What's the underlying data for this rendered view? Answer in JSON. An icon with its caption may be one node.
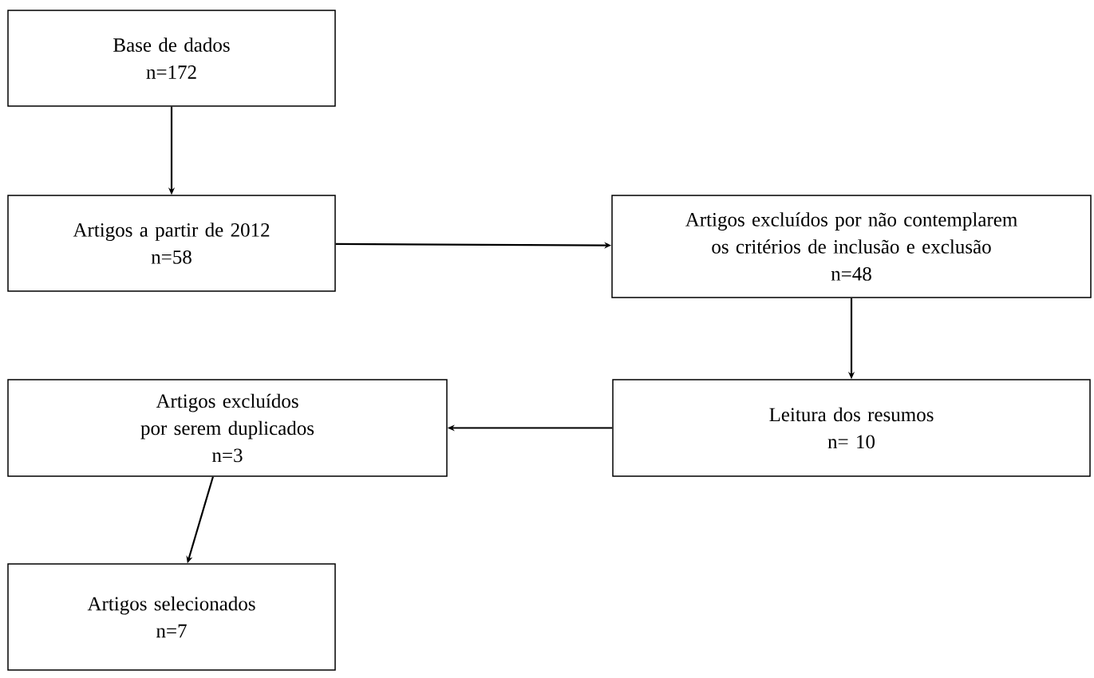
{
  "diagram": {
    "nodes": [
      {
        "text": [
          "Base de dados",
          "n=172"
        ]
      },
      {
        "text": [
          "Artigos a partir de 2012",
          "n=58"
        ]
      },
      {
        "text": [
          "Artigos excluídos por não contemplarem os critérios de inclusão e exclusão",
          "n=48"
        ]
      },
      {
        "text": [
          "Artigos excluídos por serem duplicados",
          "n=3"
        ]
      },
      {
        "text": [
          "Leitura dos resumos",
          "n= 10"
        ]
      },
      {
        "text": [
          "Artigos selecionados",
          "n=7"
        ]
      }
    ],
    "edges": [
      {
        "from": 0,
        "to": 1,
        "arrow": "to"
      },
      {
        "from": 1,
        "to": 2,
        "arrow": "to"
      },
      {
        "from": 2,
        "to": 4,
        "arrow": "to"
      },
      {
        "from": 4,
        "to": 3,
        "arrow": "to"
      },
      {
        "from": 3,
        "to": 5,
        "arrow": "to"
      }
    ]
  }
}
